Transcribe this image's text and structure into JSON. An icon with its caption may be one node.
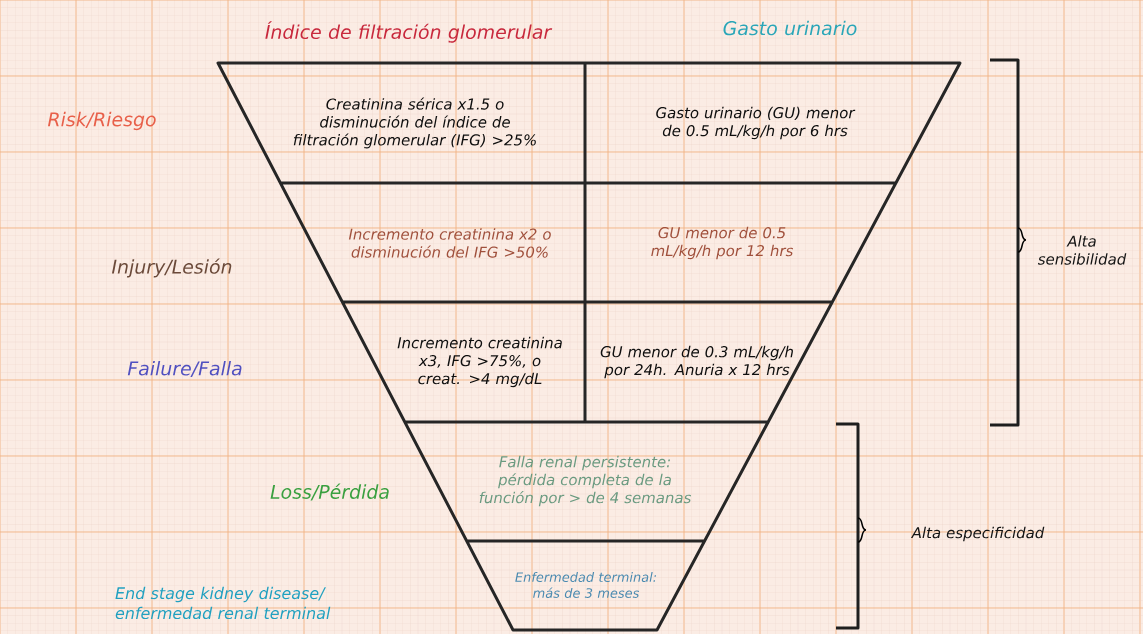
{
  "diagram": {
    "nodes": [
      {
        "text": [
          "Creatinina sérica x1.5 o disminución del índice de filtración glomerular (IFG) >25%"
        ]
      },
      {
        "text": [
          "Gasto urinario (GU) menor de 0.5 mL/kg/h por 6 hrs"
        ]
      },
      {
        "text": [
          "Incremento creatinina x2 o disminución del IFG >50%"
        ]
      },
      {
        "text": [
          "GU menor de 0.5 mL/kg/h por 12 hrs"
        ]
      },
      {
        "text": [
          "Incremento creatinina x3, IFG >75%, o creat. >4 mg/dL"
        ]
      },
      {
        "text": [
          "GU menor de 0.3 mL/kg/h por 24h. Anuria x 12 hrs"
        ]
      },
      {
        "text": [
          "Falla renal persistente: pérdida completa de la función por > de 4 semanas"
        ]
      },
      {
        "text": [
          "Enfermedad terminal: más de 3 meses"
        ]
      }
    ],
    "labels": [
      "Índice de filtración glomerular",
      "Gasto urinario",
      "Risk/Riesgo",
      "Injury/Lesión",
      "Alta sensibilidad",
      "Failure/Falla",
      "Loss/Pérdida",
      "Alta especificidad",
      "End stage kidney disease/ enfermedad renal terminal"
    ]
  }
}
